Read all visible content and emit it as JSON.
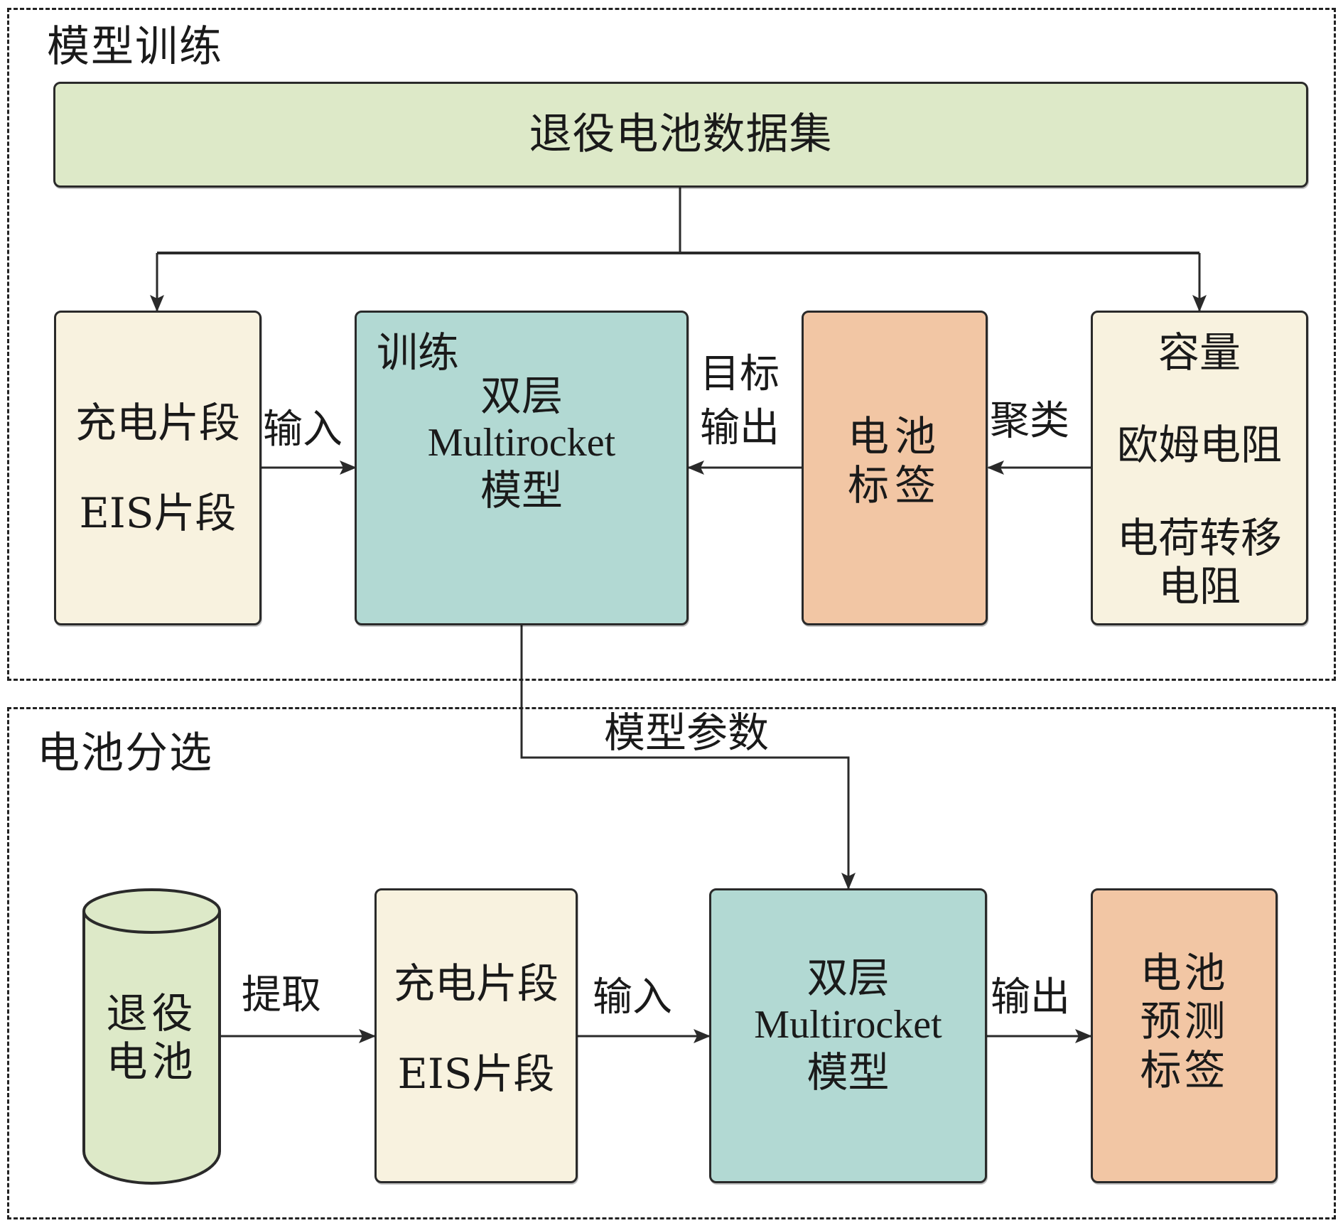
{
  "sections": {
    "training": {
      "title": "模型训练"
    },
    "sorting": {
      "title": "电池分选"
    }
  },
  "training": {
    "dataset": {
      "label": "退役电池数据集"
    },
    "inputs_box": {
      "lines": [
        "充电片段",
        "EIS片段"
      ]
    },
    "model_box": {
      "corner_label": "训练",
      "lines": [
        "双层",
        "Multirocket",
        "模型"
      ]
    },
    "label_box": {
      "lines": [
        "电池",
        "标签"
      ]
    },
    "features_box": {
      "lines": [
        "容量",
        "欧姆电阻",
        "电荷转移",
        "电阻"
      ]
    },
    "edges": {
      "input": "输入",
      "target_output": [
        "目标",
        "输出"
      ],
      "cluster": "聚类"
    }
  },
  "transfer": {
    "label": "模型参数"
  },
  "sorting": {
    "battery": {
      "lines": [
        "退役",
        "电池"
      ]
    },
    "inputs_box": {
      "lines": [
        "充电片段",
        "EIS片段"
      ]
    },
    "model_box": {
      "lines": [
        "双层",
        "Multirocket",
        "模型"
      ]
    },
    "output_box": {
      "lines": [
        "电池",
        "预测",
        "标签"
      ]
    },
    "edges": {
      "extract": "提取",
      "input": "输入",
      "output": "输出"
    }
  },
  "colors": {
    "dataset": "#dde9c8",
    "segments": "#f8f2df",
    "model": "#b2d9d3",
    "label": "#f2c6a4",
    "battery": "#dde9c8"
  }
}
